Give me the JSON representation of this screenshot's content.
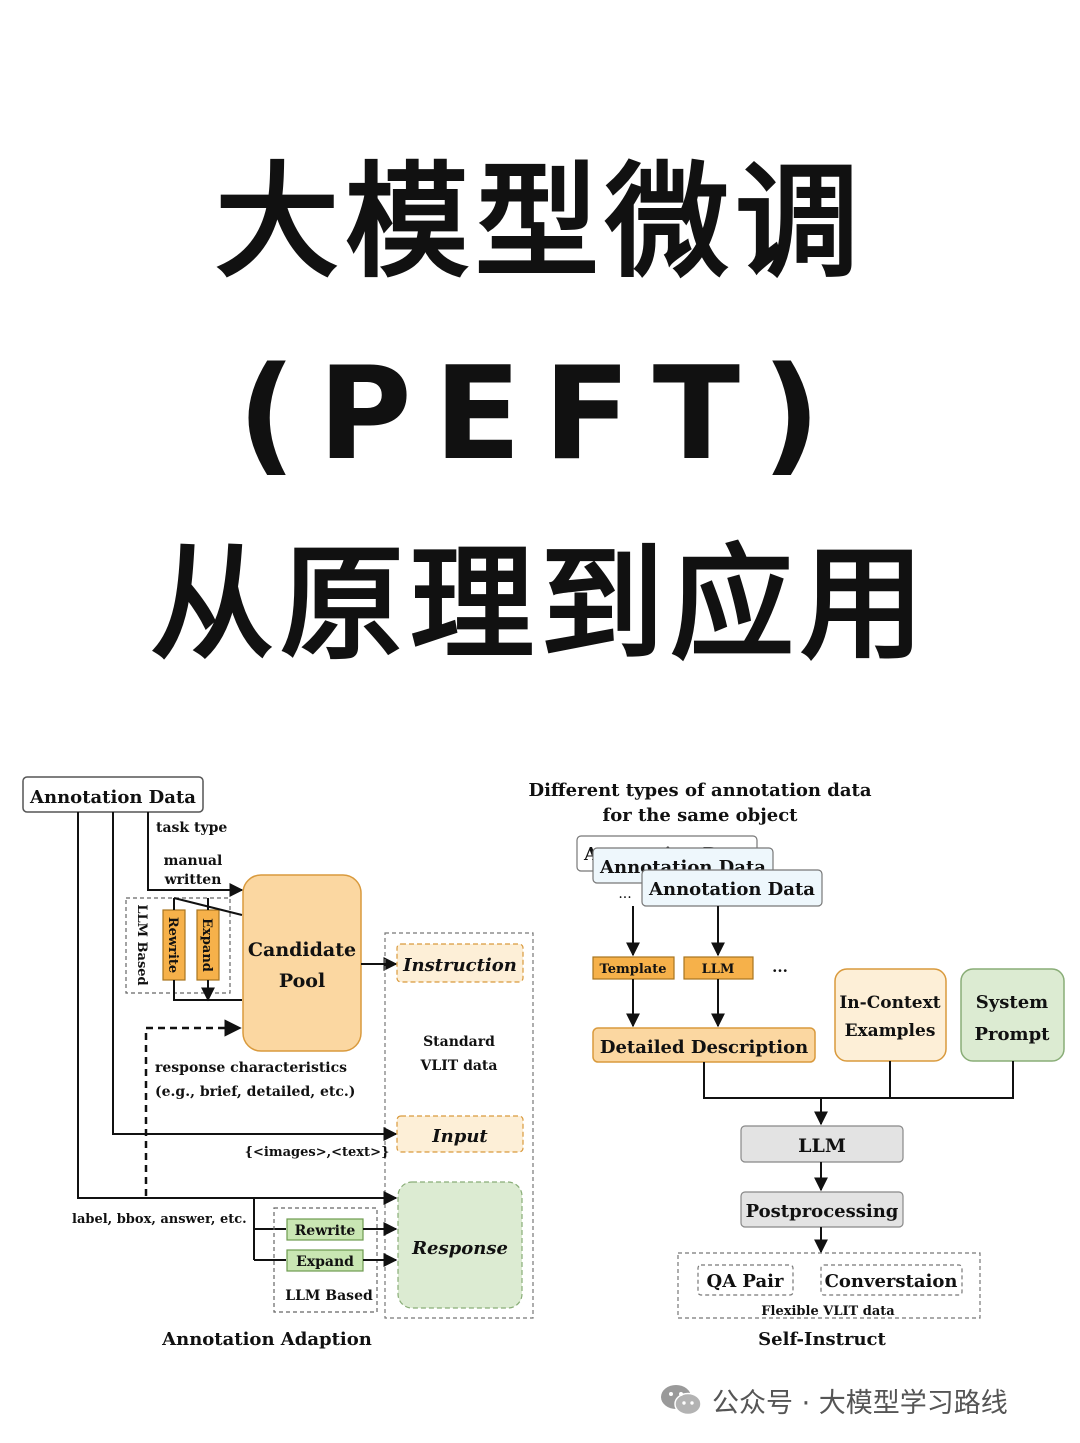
{
  "title": {
    "line1": "大模型微调",
    "line2": "(PEFT)",
    "line3": "从原理到应用"
  },
  "left_diagram": {
    "annotation_data": "Annotation Data",
    "task_type": "task type",
    "manual": "manual",
    "written": "written",
    "llm_based_vertical": "LLM Based",
    "rewrite_vertical": "Rewrite",
    "expand_vertical": "Expand",
    "candidate_line1": "Candidate",
    "candidate_line2": "Pool",
    "instruction": "Instruction",
    "standard_line1": "Standard",
    "standard_line2": "VLIT data",
    "response_char_line1": "response characteristics",
    "response_char_line2": "(e.g., brief, detailed, etc.)",
    "input": "Input",
    "images_text": "{<images>,<text>}",
    "label_bbox": "label, bbox, answer, etc.",
    "rewrite": "Rewrite",
    "expand": "Expand",
    "llm_based": "LLM Based",
    "response": "Response",
    "caption": "Annotation Adaption"
  },
  "right_diagram": {
    "heading_line1": "Different types of annotation data",
    "heading_line2": "for the same object",
    "stack_back": "Annotation Data",
    "stack_mid": "Annotation Data",
    "stack_front": "Annotation Data",
    "dots_small": "...",
    "template": "Template",
    "llm_small": "LLM",
    "dots": "...",
    "detailed_description": "Detailed Description",
    "in_context_line1": "In-Context",
    "in_context_line2": "Examples",
    "system_line1": "System",
    "system_line2": "Prompt",
    "llm": "LLM",
    "postprocessing": "Postprocessing",
    "qa_pair": "QA Pair",
    "conversation": "Converstaion",
    "flexible": "Flexible VLIT data",
    "caption": "Self-Instruct"
  },
  "colors": {
    "orange_fill": "#fbd7a1",
    "orange_stroke": "#d99a3d",
    "green_fill": "#dcebd2",
    "green_stroke": "#89ad77",
    "gray_fill": "#e3e3e3",
    "blue_fill": "#eef7fc",
    "peach_fill": "#fdefd7"
  },
  "footer": {
    "icon": "wechat-icon",
    "text": "公众号 · 大模型学习路线"
  }
}
